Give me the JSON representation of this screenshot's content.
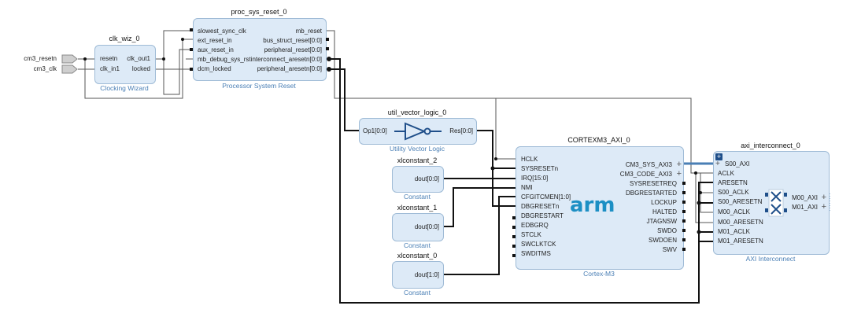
{
  "external_ports": {
    "cm3_resetn": "cm3_resetn",
    "cm3_clk": "cm3_clk"
  },
  "clk_wiz": {
    "instance": "clk_wiz_0",
    "type": "Clocking Wizard",
    "ports_in": [
      "resetn",
      "clk_in1"
    ],
    "ports_out": [
      "clk_out1",
      "locked"
    ]
  },
  "proc_sys_reset": {
    "instance": "proc_sys_reset_0",
    "type": "Processor System Reset",
    "ports_in": [
      "slowest_sync_clk",
      "ext_reset_in",
      "aux_reset_in",
      "mb_debug_sys_rst",
      "dcm_locked"
    ],
    "ports_out": [
      "mb_reset",
      "bus_struct_reset[0:0]",
      "peripheral_reset[0:0]",
      "interconnect_aresetn[0:0]",
      "peripheral_aresetn[0:0]"
    ]
  },
  "util_vector_logic": {
    "instance": "util_vector_logic_0",
    "type": "Utility Vector Logic",
    "port_in": "Op1[0:0]",
    "port_out": "Res[0:0]"
  },
  "xlconstant_2": {
    "instance": "xlconstant_2",
    "type": "Constant",
    "port_out": "dout[0:0]"
  },
  "xlconstant_1": {
    "instance": "xlconstant_1",
    "type": "Constant",
    "port_out": "dout[0:0]"
  },
  "xlconstant_0": {
    "instance": "xlconstant_0",
    "type": "Constant",
    "port_out": "dout[1:0]"
  },
  "cortex": {
    "instance": "CORTEXM3_AXI_0",
    "type": "Cortex-M3",
    "logo": "arm",
    "ports_in": [
      "HCLK",
      "SYSRESETn",
      "IRQ[15:0]",
      "NMI",
      "CFGITCMEN[1:0]",
      "DBGRESETn",
      "DBGRESTART",
      "EDBGRQ",
      "STCLK",
      "SWCLKTCK",
      "SWDITMS"
    ],
    "ports_out": [
      "CM3_SYS_AXI3",
      "CM3_CODE_AXI3",
      "SYSRESETREQ",
      "DBGRESTARTED",
      "LOCKUP",
      "HALTED",
      "JTAGNSW",
      "SWDO",
      "SWDOEN",
      "SWV"
    ]
  },
  "axi_interconnect": {
    "instance": "axi_interconnect_0",
    "type": "AXI Interconnect",
    "ports_in": [
      "S00_AXI",
      "ACLK",
      "ARESETN",
      "S00_ACLK",
      "S00_ARESETN",
      "M00_ACLK",
      "M00_ARESETN",
      "M01_ACLK",
      "M01_ARESETN"
    ],
    "ports_out": [
      "M00_AXI",
      "M01_AXI"
    ]
  },
  "colors": {
    "block_fill": "#ddeaf7",
    "block_border": "#9fbbd6",
    "wire": "#111111",
    "axi_bus": "#4a7fb5",
    "subtitle": "#4a7fb5"
  }
}
